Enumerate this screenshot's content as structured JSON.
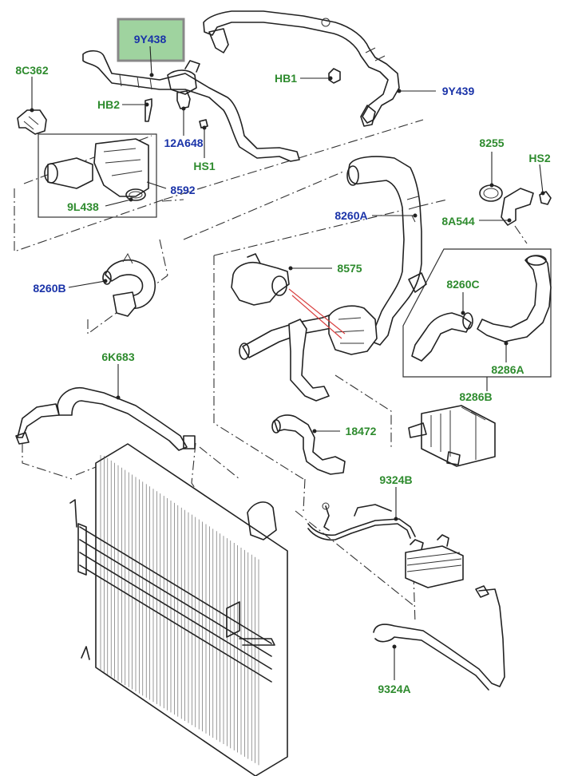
{
  "colors": {
    "label_green": "#2e8b2e",
    "label_blue": "#1a33a8",
    "highlight_fill": "#9fd39f",
    "highlight_border": "#888888",
    "callout_red": "#d94040"
  },
  "callouts": {
    "c9Y438": "9Y438",
    "c8C362": "8C362",
    "cHB2": "HB2",
    "cHB1": "HB1",
    "c9Y439": "9Y439",
    "c12A648": "12A648",
    "cHS1": "HS1",
    "c8592": "8592",
    "c9L438": "9L438",
    "c8255": "8255",
    "cHS2": "HS2",
    "c8260A": "8260A",
    "c8A544": "8A544",
    "c8575": "8575",
    "c8260B": "8260B",
    "c8260C": "8260C",
    "c8286A": "8286A",
    "c8286B": "8286B",
    "c6K683": "6K683",
    "c18472": "18472",
    "c9324B": "9324B",
    "c9324A": "9324A"
  }
}
